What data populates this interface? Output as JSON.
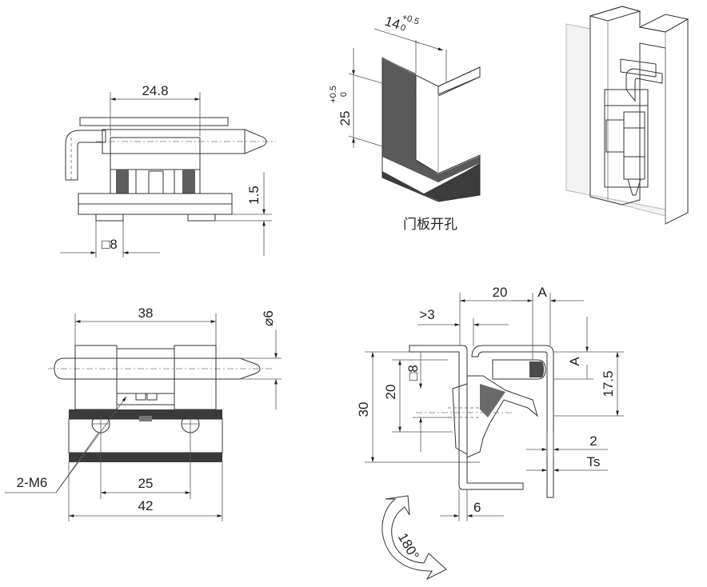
{
  "labels": {
    "d_24_8": "24.8",
    "d_1_5": "1.5",
    "d_sq8_top": "□8",
    "d_14": "14",
    "d_14_tol_up": "+0.5",
    "d_14_tol_low": "0",
    "d_25_door": "25",
    "d_25_tol_up": "+0.5",
    "d_25_tol_low": "0",
    "caption": "门板开孔",
    "d_38": "38",
    "d_phi6": "⌀6",
    "d_2m6": "2-M6",
    "d_25_front": "25",
    "d_42": "42",
    "d_20_top": "20",
    "d_A_top": "A",
    "d_gt3": ">3",
    "d_30": "30",
    "d_20_side": "20",
    "d_sq8_side": "□8",
    "d_A_side": "A",
    "d_17_5": "17.5",
    "d_2": "2",
    "d_Ts": "Ts",
    "d_6": "6",
    "d_180": "180°"
  },
  "colors": {
    "line": "#333333",
    "dark_fill": "#4a4a4a",
    "mid_fill": "#8a8a8a",
    "light_fill": "#cfcfcf"
  }
}
